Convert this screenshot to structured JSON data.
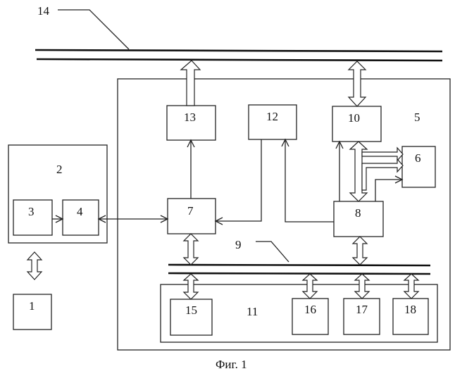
{
  "figure": {
    "caption": "Фиг. 1",
    "background": "#ffffff",
    "ink": "#222222"
  },
  "blocks": {
    "b1": "1",
    "b2": "2",
    "b3": "3",
    "b4": "4",
    "b5": "5",
    "b6": "6",
    "b7": "7",
    "b8": "8",
    "b10": "10",
    "b11": "11",
    "b12": "12",
    "b13": "13",
    "b15": "15",
    "b16": "16",
    "b17": "17",
    "b18": "18"
  },
  "buses": {
    "bus14": "14",
    "bus9": "9"
  }
}
